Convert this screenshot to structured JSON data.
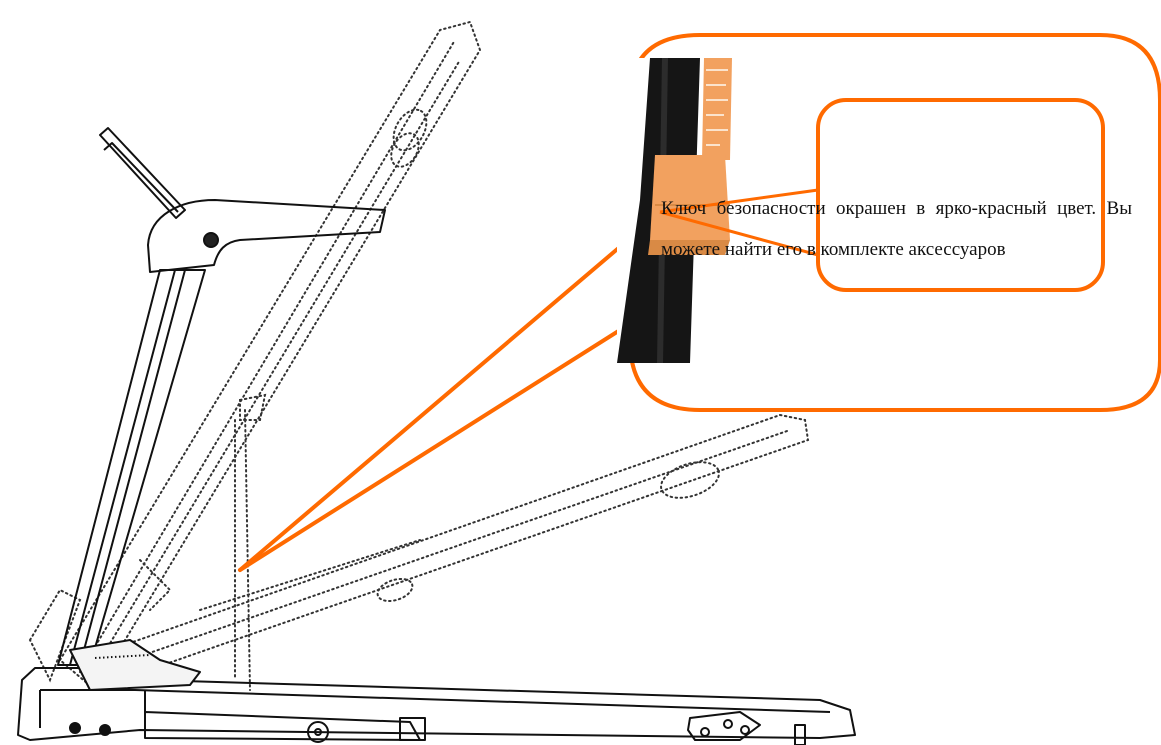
{
  "callout": {
    "text": "Ключ безопасности окрашен в ярко-красный цвет. Вы можете найти его в комплекте аксессуаров",
    "accent_color": "#FF6A00"
  },
  "photo": {
    "label_color": "#F2A15F",
    "tube_color": "#151515"
  },
  "icons": [
    "treadmill-line-drawing",
    "folded-treadmill-dotted-outline",
    "safety-key-photo"
  ]
}
